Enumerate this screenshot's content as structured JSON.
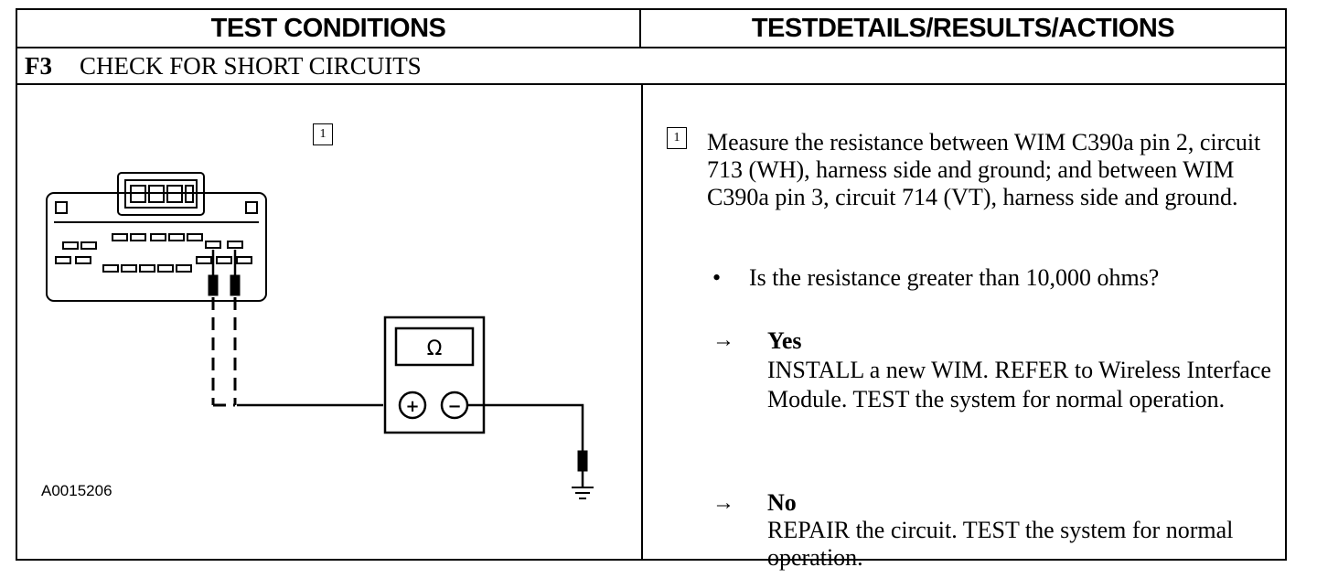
{
  "header": {
    "left_title": "TEST CONDITIONS",
    "right_title": "TESTDETAILS/RESULTS/ACTIONS"
  },
  "step": {
    "id": "F3",
    "title": "CHECK FOR SHORT CIRCUITS"
  },
  "diagram": {
    "step_marker": "1",
    "meter_symbol": "Ω",
    "plus_symbol": "+",
    "minus_symbol": "−",
    "figure_code": "A0015206"
  },
  "details": {
    "step_marker": "1",
    "instruction": "Measure the resistance between WIM C390a pin 2, circuit 713 (WH), harness side and ground; and between WIM C390a pin 3, circuit 714 (VT), harness side and ground.",
    "bullet_symbol": "•",
    "question": "Is the resistance greater than 10,000 ohms?",
    "arrow_symbol": "→",
    "yes": {
      "label": "Yes",
      "text": "INSTALL a new WIM. REFER to Wireless Interface Module. TEST the system for normal operation."
    },
    "no": {
      "label": "No",
      "text": "REPAIR the circuit. TEST the system for normal operation."
    }
  }
}
